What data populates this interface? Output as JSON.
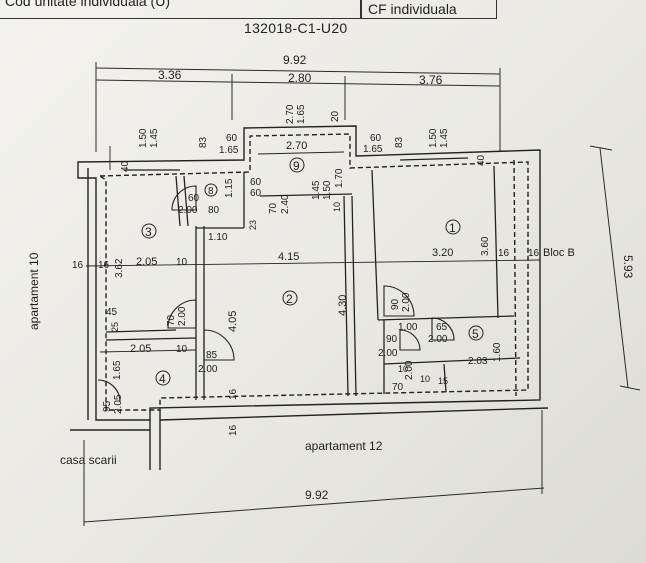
{
  "header": {
    "left_cell": "Cod unitate individuala (U)",
    "right_cell": "CF individuala",
    "plan_code": "132018-C1-U20"
  },
  "overall_dims": {
    "top_total": "9.92",
    "top_segments": [
      "3.36",
      "2.80",
      "3.76"
    ],
    "bottom_total": "9.92",
    "right_total": "5.93"
  },
  "labels": {
    "neighbor_left": "apartament 10",
    "neighbor_bottom": "apartament 12",
    "stair": "casa scarii",
    "building": "Bloc B"
  },
  "rooms": [
    "1",
    "2",
    "3",
    "4",
    "5",
    "8",
    "9"
  ],
  "room_dims": {
    "d_270_165": "2.70",
    "d_165b": "1.65",
    "d_20": "20",
    "d_60a": "60",
    "d_165a": "1.65",
    "d_83a": "83",
    "d_150a": "1.50",
    "d_145a": "1.45",
    "d_270": "2.70",
    "d_60b": "60",
    "d_165c": "1.65",
    "d_83b": "83",
    "d_150b": "1.50",
    "d_145b": "1.45",
    "d_40a": "40",
    "d_40b": "40",
    "d_60c": "60",
    "d_60d": "60",
    "d_115": "1.15",
    "d_60e": "60",
    "d_200a": "2.00",
    "d_80": "80",
    "d_70": "70",
    "d_240": "2.40",
    "d_145c": "1.45",
    "d_150c": "1.50",
    "d_170": "1.70",
    "d_10a": "10",
    "d_110": "1.10",
    "d_23": "23",
    "d_362": "3.62",
    "d_16a": "16",
    "d_16b": "16",
    "d_205a": "2.05",
    "d_10b": "10",
    "d_415": "4.15",
    "d_320": "3.20",
    "d_360": "3.60",
    "d_16c": "16",
    "d_16d": "16",
    "d_90a": "90",
    "d_200b": "2.00",
    "d_45": "45",
    "d_25": "25",
    "d_70b": "70",
    "d_200c": "2.00",
    "d_405": "4.05",
    "d_430": "4.30",
    "d_100": "1.00",
    "d_65": "65",
    "d_90b": "90",
    "d_200d": "2.00",
    "d_200e": "2.00",
    "d_205b": "2.05",
    "d_10c": "10",
    "d_85": "85",
    "d_200f": "2.00",
    "d_200g": "2.00",
    "d_203": "2.03",
    "d_160": "1.60",
    "d_165d": "1.65",
    "d_10d": "10",
    "d_70c": "70",
    "d_10e": "10",
    "d_15": "15",
    "d_95": "95",
    "d_205c": "2.05",
    "d_16e": "16",
    "d_16f": "16"
  }
}
